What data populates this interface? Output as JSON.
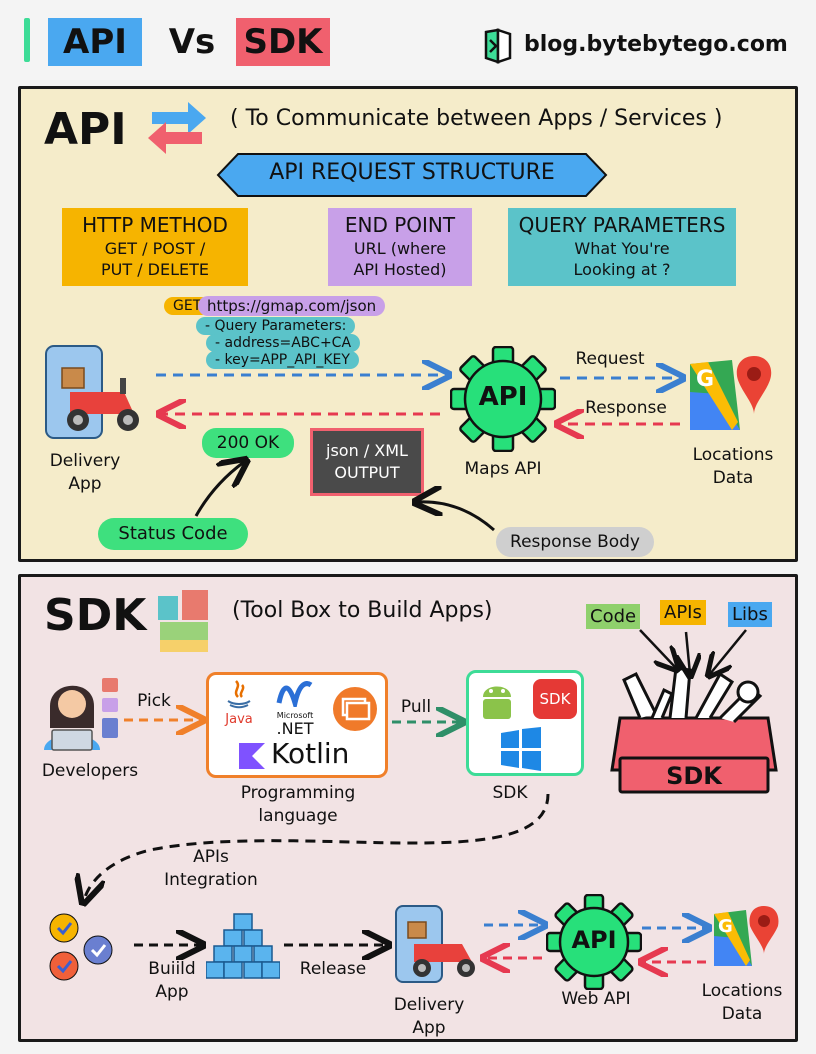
{
  "header": {
    "api_label": "API",
    "vs_label": "Vs",
    "sdk_label": "SDK",
    "site": "blog.bytebytego.com"
  },
  "api_section": {
    "title": "API",
    "subtitle": "( To Communicate between Apps / Services )",
    "structure_title": "API REQUEST STRUCTURE",
    "boxes": [
      {
        "title": "HTTP METHOD",
        "lines": [
          "GET / POST /",
          "PUT / DELETE"
        ]
      },
      {
        "title": "END POINT",
        "lines": [
          "URL (where",
          "API Hosted)"
        ]
      },
      {
        "title": "QUERY PARAMETERS",
        "lines": [
          "What You're",
          "Looking at ?"
        ]
      }
    ],
    "request": {
      "method": "GET",
      "url": "https://gmap.com/json",
      "params_label": "- Query Parameters:",
      "params": [
        "- address=ABC+CA",
        "- key=APP_API_KEY"
      ]
    },
    "client_label": [
      "Delivery",
      "App"
    ],
    "status": "200 OK",
    "status_label": "Status Code",
    "output_label": [
      "json / XML",
      "OUTPUT"
    ],
    "body_label": "Response Body",
    "gear_label": "API",
    "gear_caption": "Maps API",
    "request_label": "Request",
    "response_label": "Response",
    "data_label": [
      "Locations",
      "Data"
    ]
  },
  "sdk_section": {
    "title": "SDK",
    "subtitle": "(Tool Box to Build Apps)",
    "tags": {
      "code": "Code",
      "apis": "APIs",
      "libs": "Libs"
    },
    "toolbox_label": "SDK",
    "developers_label": "Developers",
    "pick_label": "Pick",
    "languages": {
      "java": "Java",
      "microsoft": "Microsoft",
      "dotnet": ".NET",
      "kotlin": "Kotlin"
    },
    "language_caption": [
      "Programming",
      "language"
    ],
    "pull_label": "Pull",
    "sdk_badge": "SDK",
    "sdk_caption": "SDK",
    "integration_label": [
      "APIs",
      "Integration"
    ],
    "build_label": [
      "Buiild",
      "App"
    ],
    "release_label": "Release",
    "delivery_label": [
      "Delivery",
      "App"
    ],
    "gear_label": "API",
    "web_api_label": "Web API",
    "data_label": [
      "Locations",
      "Data"
    ]
  },
  "colors": {
    "api_blue": "#4aa8f0",
    "sdk_red": "#f0606e",
    "api_panel": "#f5ecca",
    "sdk_panel": "#f2e3e4",
    "orange": "#f6b400",
    "purple": "#c8a0e8",
    "teal": "#5bc3c9",
    "green": "#3ee07e",
    "grey": "#cfcfcf",
    "gear_green": "#27e07a"
  }
}
